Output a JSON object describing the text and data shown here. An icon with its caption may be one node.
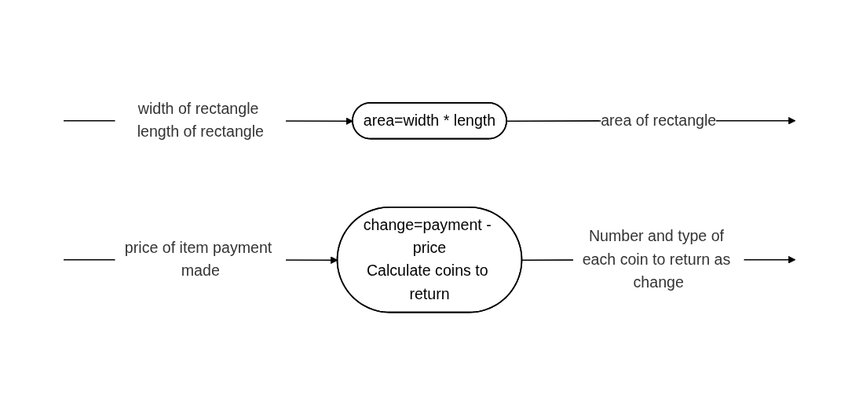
{
  "diagram": {
    "nodes": [
      {
        "text": [
          "area=width * length"
        ]
      },
      {
        "text": [
          "change=payment - price",
          "Calculate coins to return"
        ]
      }
    ],
    "edges": [
      {
        "from": null,
        "to": 0,
        "arrow": "to",
        "label": "width of rectangle length of rectangle"
      },
      {
        "from": 0,
        "to": null,
        "arrow": "to",
        "label": "area of rectangle"
      },
      {
        "from": null,
        "to": 1,
        "arrow": "to",
        "label": "price of item payment made"
      },
      {
        "from": 1,
        "to": null,
        "arrow": "to",
        "label": "Number and type of each coin to return as change"
      }
    ]
  }
}
